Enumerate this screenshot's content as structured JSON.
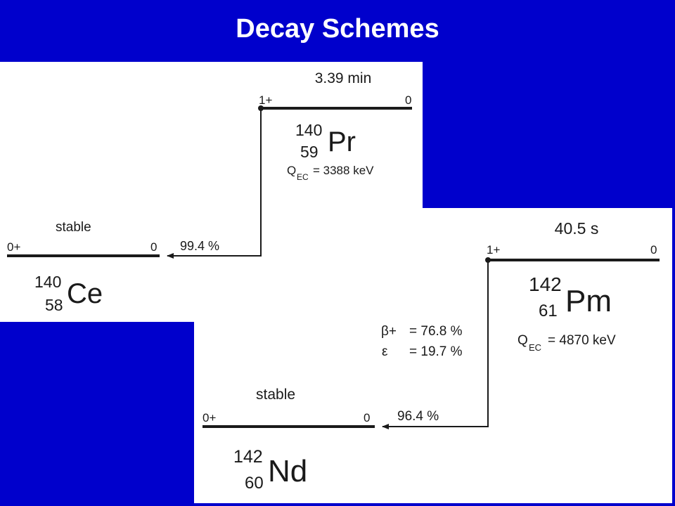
{
  "title": "Decay Schemes",
  "colors": {
    "background": "#0000cc",
    "panel": "#ffffff",
    "ink": "#1a1a1a",
    "title_text": "#ffffff"
  },
  "pr_decay": {
    "half_life": "3.39 min",
    "parent_spin": "1+",
    "parent_energy": "0",
    "parent_mass": "140",
    "parent_z": "59",
    "parent_symbol": "Pr",
    "q_label": "Q",
    "q_sub": "EC",
    "q_value": "= 3388 keV",
    "branch": "99.4 %",
    "daughter_status": "stable",
    "daughter_spin": "0+",
    "daughter_energy": "0",
    "daughter_mass": "140",
    "daughter_z": "58",
    "daughter_symbol": "Ce"
  },
  "pm_decay": {
    "half_life": "40.5 s",
    "parent_spin": "1+",
    "parent_energy": "0",
    "parent_mass": "142",
    "parent_z": "61",
    "parent_symbol": "Pm",
    "q_label": "Q",
    "q_sub": "EC",
    "q_value": "= 4870 keV",
    "beta_plus_symbol": "β+",
    "beta_plus_value": "= 76.8 %",
    "ec_symbol": "ε",
    "ec_value": "= 19.7 %",
    "branch": "96.4 %",
    "daughter_status": "stable",
    "daughter_spin": "0+",
    "daughter_energy": "0",
    "daughter_mass": "142",
    "daughter_z": "60",
    "daughter_symbol": "Nd"
  }
}
